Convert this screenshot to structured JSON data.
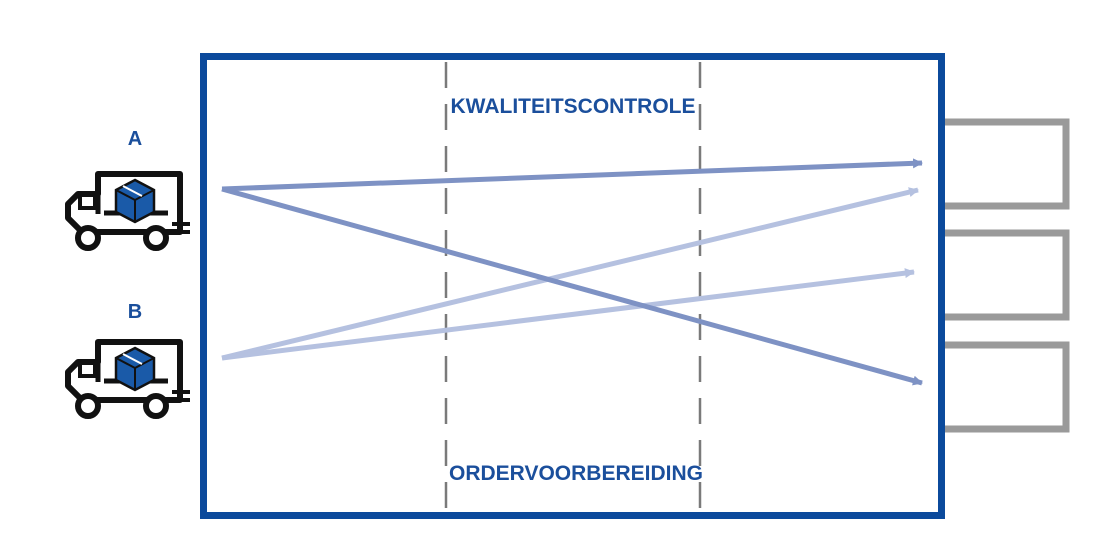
{
  "colors": {
    "border": "#0b4a9c",
    "label_text": "#1b4f9c",
    "arrow_dark": "#7e92c4",
    "arrow_light": "#b5c1e0",
    "dock": "#9a9a9a",
    "divider": "#7a7a7a",
    "truck_outline": "#111111",
    "box_fill": "#1a5aa8"
  },
  "icons": {
    "truck": "delivery-truck-icon",
    "package": "package-box-icon"
  },
  "trucks": [
    {
      "id": "truck-a",
      "label": "A"
    },
    {
      "id": "truck-b",
      "label": "B"
    }
  ],
  "zones": {
    "top_label": "KWALITEITSCONTROLE",
    "bottom_label": "ORDERVOORBEREIDING"
  },
  "docks": [
    {
      "id": "dock-1"
    },
    {
      "id": "dock-2"
    },
    {
      "id": "dock-3"
    }
  ],
  "flows": [
    {
      "id": "flow-a-to-dock-1",
      "from": "A",
      "to": "dock-1",
      "shade": "dark"
    },
    {
      "id": "flow-a-to-dock-3",
      "from": "A",
      "to": "dock-3",
      "shade": "dark"
    },
    {
      "id": "flow-b-to-dock-1",
      "from": "B",
      "to": "dock-1",
      "shade": "light"
    },
    {
      "id": "flow-b-to-dock-2",
      "from": "B",
      "to": "dock-2",
      "shade": "light"
    }
  ]
}
